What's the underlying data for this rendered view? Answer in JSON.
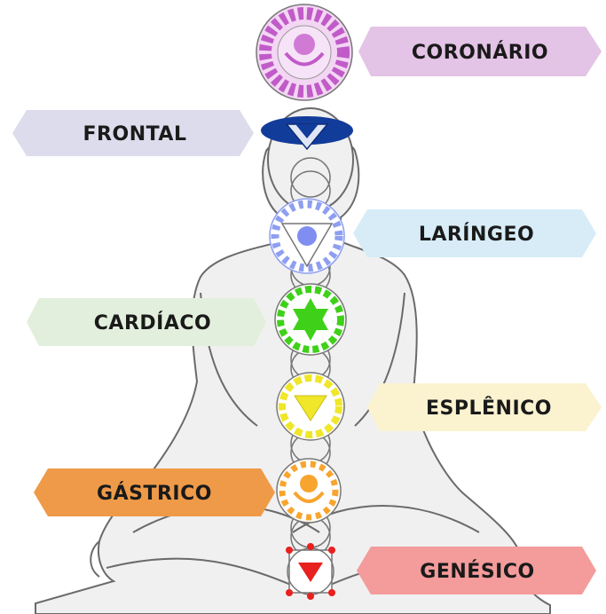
{
  "labels": {
    "coronario": "CORONÁRIO",
    "frontal": "FRONTAL",
    "laringeo": "LARÍNGEO",
    "cardiaco": "CARDÍACO",
    "esplenico": "ESPLÊNICO",
    "gastrico": "GÁSTRICO",
    "genesico": "GENÉSICO"
  },
  "colors": {
    "coronario": "#e3c3e6",
    "frontal": "#dcdcec",
    "laringeo": "#d7ecf7",
    "cardiaco": "#e2efdc",
    "esplenico": "#fbf2cf",
    "gastrico": "#ee9a48",
    "genesico": "#f49b9b",
    "chakra_crown": "#d07ad6",
    "chakra_brow": "#123c9a",
    "chakra_throat": "#8e9ef0",
    "chakra_heart": "#3fd11a",
    "chakra_solar": "#f0e62a",
    "chakra_sacral": "#f7a52e",
    "chakra_root": "#e8201e"
  }
}
